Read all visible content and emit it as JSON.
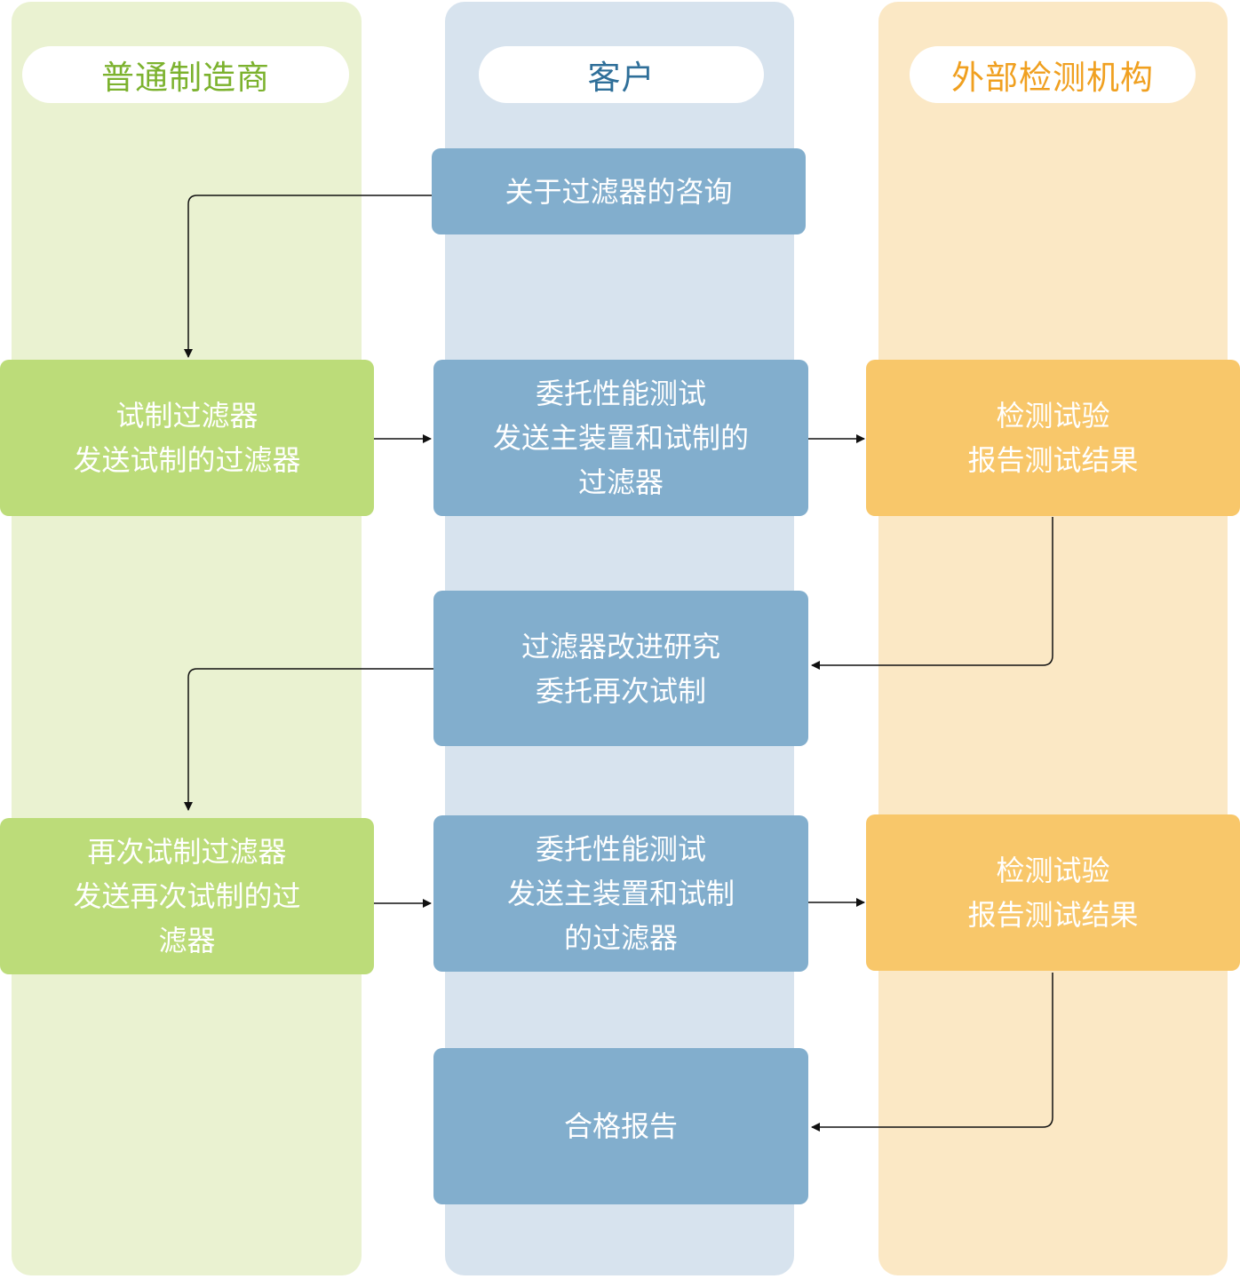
{
  "lanes": {
    "manufacturer": {
      "title": "普通制造商",
      "color": "#7cb22e"
    },
    "customer": {
      "title": "客户",
      "color": "#2f6f99"
    },
    "lab": {
      "title": "外部检测机构",
      "color": "#f0a020"
    }
  },
  "steps": {
    "inquiry": "关于过滤器的咨询",
    "trial_make": "试制过滤器\n发送试制的过滤器",
    "commission_test_1": "委托性能测试\n发送主装置和试制的\n过滤器",
    "lab_test_1": "检测试验\n报告测试结果",
    "improve": "过滤器改进研究\n委托再次试制",
    "retrial_make": "再次试制过滤器\n发送再次试制的过\n滤器",
    "commission_test_2": "委托性能测试\n发送主装置和试制\n的过滤器",
    "lab_test_2": "检测试验\n报告测试结果",
    "pass_report": "合格报告"
  },
  "colors": {
    "lane_green_bg": "#eaf2d1",
    "lane_blue_bg": "#d7e3ee",
    "lane_orange_bg": "#fbe8c5",
    "box_green": "#bcdc79",
    "box_blue": "#82aecd",
    "box_orange": "#f8c76a",
    "connector": "#111111"
  }
}
